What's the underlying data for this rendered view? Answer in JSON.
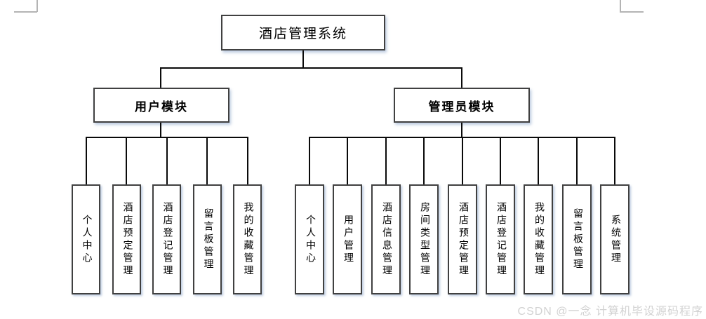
{
  "diagram": {
    "root": {
      "label": "酒店管理系统"
    },
    "modules": [
      {
        "label": "用户模块",
        "children": [
          "个人中心",
          "酒店预定管理",
          "酒店登记管理",
          "留言板管理",
          "我的收藏管理"
        ]
      },
      {
        "label": "管理员模块",
        "children": [
          "个人中心",
          "用户管理",
          "酒店信息管理",
          "房间类型管理",
          "酒店预定管理",
          "酒店登记管理",
          "我的收藏管理",
          "留言板管理",
          "系统管理"
        ]
      }
    ]
  },
  "watermark": {
    "text": "CSDN @一念 计算机毕设源码程序",
    "color": "#d2d2d2"
  },
  "colors": {
    "line": "#0a0a0a",
    "node_border": "#404040",
    "node_fill": "#ffffff",
    "node_shadow": "#a5b9d6",
    "corner_mark": "#b4b4b4",
    "background": "#ffffff"
  }
}
